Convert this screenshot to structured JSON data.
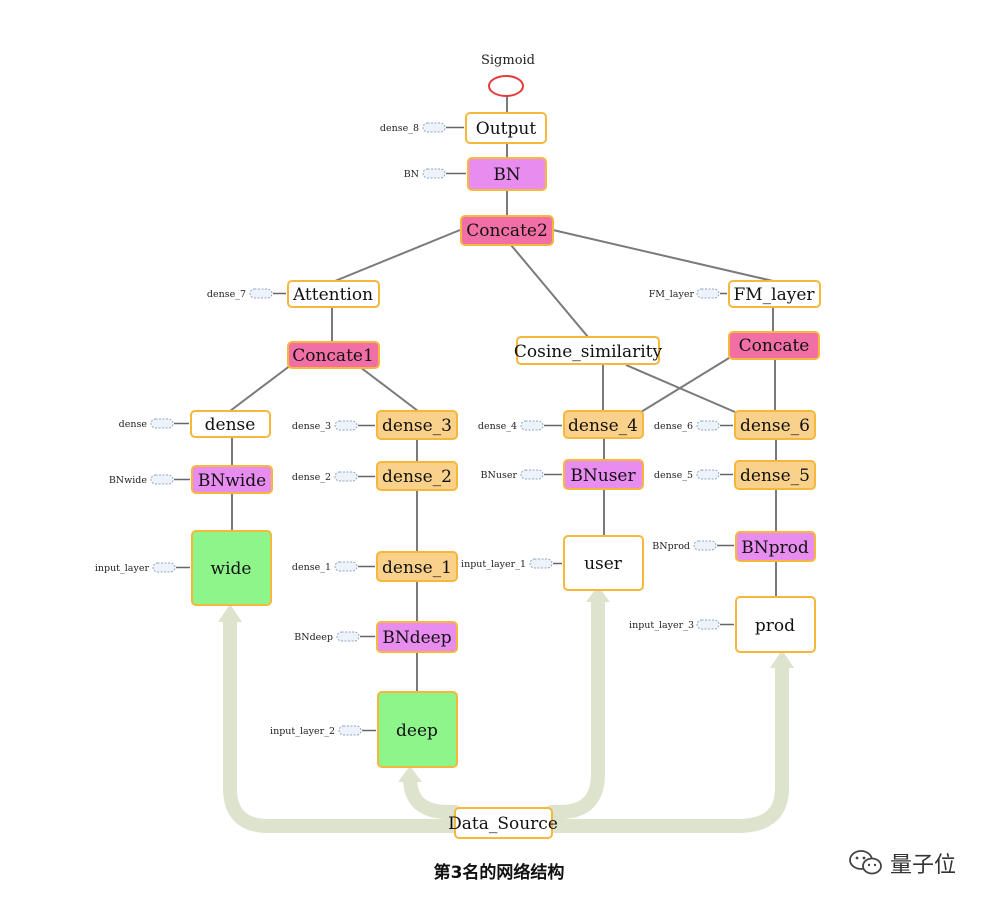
{
  "diagram": {
    "output_label": "Sigmoid",
    "nodes": {
      "output": "Output",
      "bn": "BN",
      "concate2": "Concate2",
      "attention": "Attention",
      "fm_layer": "FM_layer",
      "concate1": "Concate1",
      "cosine": "Cosine_similarity",
      "concate": "Concate",
      "dense": "dense",
      "dense_3": "dense_3",
      "dense_4": "dense_4",
      "dense_6": "dense_6",
      "bnwide": "BNwide",
      "dense_2": "dense_2",
      "bnuser": "BNuser",
      "dense_5": "dense_5",
      "wide": "wide",
      "dense_1": "dense_1",
      "user": "user",
      "bnprod": "BNprod",
      "bndeep": "BNdeep",
      "prod": "prod",
      "deep": "deep",
      "data_source": "Data_Source"
    },
    "aux": {
      "dense_8": "dense_8",
      "bn": "BN",
      "dense_7": "dense_7",
      "fm_layer": "FM_layer",
      "dense": "dense",
      "dense_3": "dense_3",
      "dense_4": "dense_4",
      "dense_6": "dense_6",
      "bnwide": "BNwide",
      "dense_2": "dense_2",
      "bnuser": "BNuser",
      "dense_5": "dense_5",
      "input_layer": "input_layer",
      "dense_1": "dense_1",
      "input_layer_1": "input_layer_1",
      "bnprod": "BNprod",
      "input_layer_3": "input_layer_3",
      "bndeep": "BNdeep",
      "input_layer_2": "input_layer_2"
    }
  },
  "caption": "第3名的网络结构",
  "watermark": "量子位",
  "colors": {
    "white": "#ffffff",
    "pink": "#f26fa6",
    "violet": "#e88cf0",
    "orange": "#f9d18a",
    "green": "#8ef58b",
    "border": "#f5b83d",
    "edge": "#7a7a7a",
    "flow": "#dde3cc",
    "sigmoid": "#e23b3b"
  }
}
